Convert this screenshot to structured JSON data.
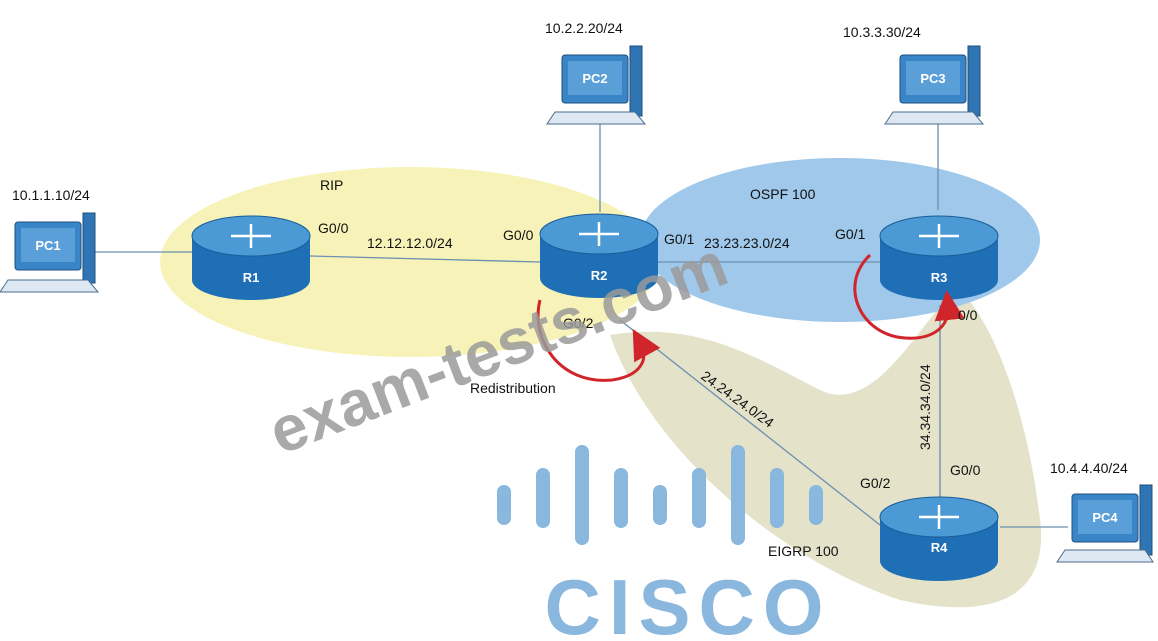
{
  "colors": {
    "rip_zone": "#f7f3b8",
    "ospf_zone": "#9fc8ea",
    "eigrp_zone": "#e4e2c9",
    "router_body": "#1f6fb6",
    "router_top": "#4b9ad6",
    "pc_body": "#3a85c8",
    "redistribution_arrow": "#d0262b",
    "watermark": "#9a9a9a",
    "cisco_logo": "#8ab7de"
  },
  "domains": {
    "rip": "RIP",
    "ospf": "OSPF 100",
    "eigrp": "EIGRP 100"
  },
  "devices": {
    "pc1": {
      "label": "PC1",
      "ip": "10.1.1.10/24"
    },
    "pc2": {
      "label": "PC2",
      "ip": "10.2.2.20/24"
    },
    "pc3": {
      "label": "PC3",
      "ip": "10.3.3.30/24"
    },
    "pc4": {
      "label": "PC4",
      "ip": "10.4.4.40/24"
    },
    "r1": {
      "label": "R1"
    },
    "r2": {
      "label": "R2"
    },
    "r3": {
      "label": "R3"
    },
    "r4": {
      "label": "R4"
    }
  },
  "links": {
    "r1_r2": "12.12.12.0/24",
    "r2_r3": "23.23.23.0/24",
    "r2_r4": "24.24.24.0/24",
    "r3_r4": "34.34.34.0/24"
  },
  "interfaces": {
    "r1_g00": "G0/0",
    "r2_g00": "G0/0",
    "r2_g01": "G0/1",
    "r2_g02": "G0/2",
    "r3_g01": "G0/1",
    "r3_g00": "0/0",
    "r4_g02": "G0/2",
    "r4_g00": "G0/0"
  },
  "annotations": {
    "redistribution": "Redistribution"
  },
  "watermark": {
    "site": "exam-tests.com",
    "brand": "CISCO"
  }
}
